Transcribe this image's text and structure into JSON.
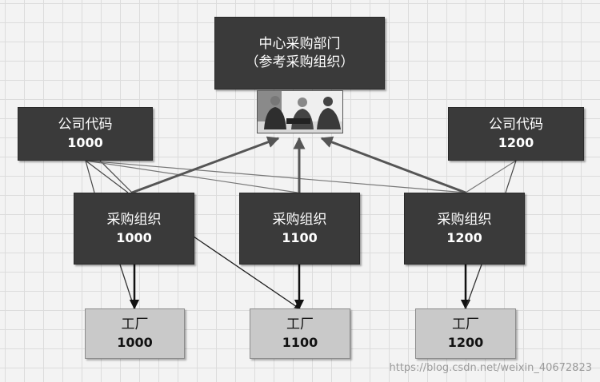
{
  "central": {
    "line1": "中心采购部门",
    "line2": "（参考采购组织）"
  },
  "company_codes": [
    {
      "label": "公司代码",
      "code": "1000"
    },
    {
      "label": "公司代码",
      "code": "1200"
    }
  ],
  "purchasing_orgs": [
    {
      "label": "采购组织",
      "code": "1000"
    },
    {
      "label": "采购组织",
      "code": "1100"
    },
    {
      "label": "采购组织",
      "code": "1200"
    }
  ],
  "plants": [
    {
      "label": "工厂",
      "code": "1000"
    },
    {
      "label": "工厂",
      "code": "1100"
    },
    {
      "label": "工厂",
      "code": "1200"
    }
  ],
  "watermark": "https://blog.csdn.net/weixin_40672823",
  "colors": {
    "dark_box": "#3a3a3a",
    "plant_box": "#c9c9c9",
    "grid": "#dcdcdc",
    "line": "#4a4a4a"
  }
}
